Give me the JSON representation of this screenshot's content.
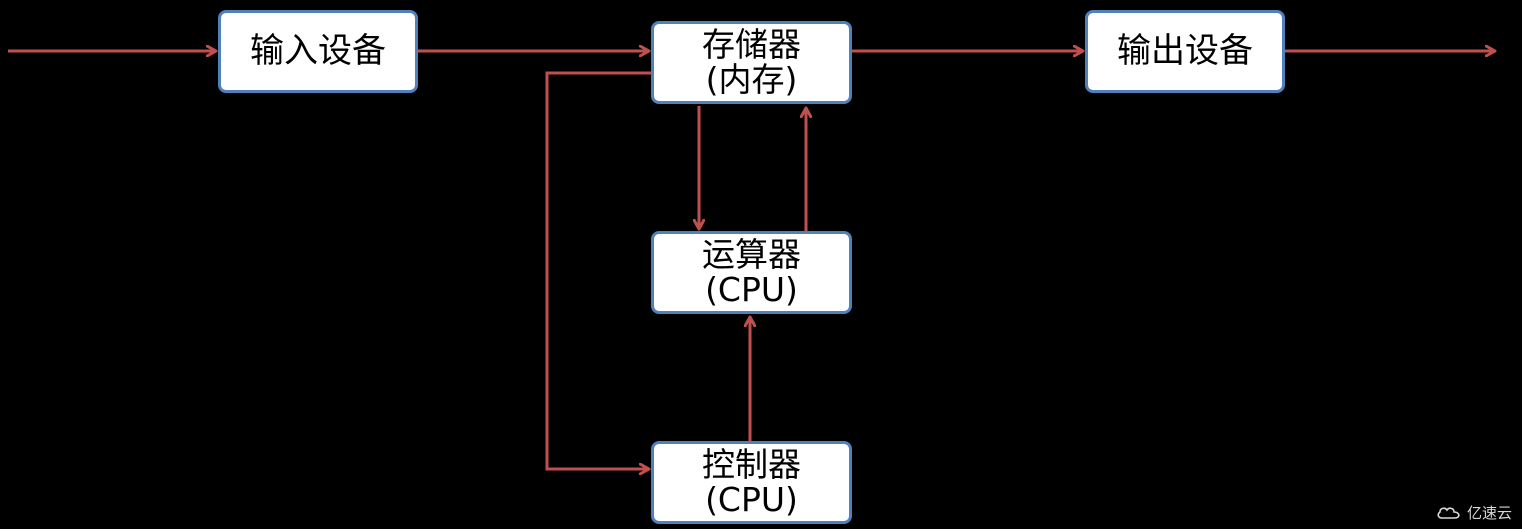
{
  "nodes": {
    "input_device": {
      "label": "输入设备"
    },
    "memory": {
      "label": "存储器",
      "sublabel": "(内存)"
    },
    "output_device": {
      "label": "输出设备"
    },
    "alu": {
      "label": "运算器",
      "sublabel": "(CPU)"
    },
    "control_unit": {
      "label": "控制器",
      "sublabel": "(CPU)"
    }
  },
  "edges": [
    {
      "from": "external",
      "to": "input_device"
    },
    {
      "from": "input_device",
      "to": "memory"
    },
    {
      "from": "memory",
      "to": "output_device"
    },
    {
      "from": "output_device",
      "to": "external"
    },
    {
      "from": "memory",
      "to": "alu"
    },
    {
      "from": "alu",
      "to": "memory"
    },
    {
      "from": "control_unit",
      "to": "alu"
    },
    {
      "from": "memory",
      "to": "control_unit"
    }
  ],
  "colors": {
    "background": "#000000",
    "box_fill": "#ffffff",
    "box_border": "#4f81bd",
    "arrow": "#c0504d",
    "text": "#000000"
  },
  "watermark": {
    "text": "亿速云",
    "icon": "cloud-logo-icon"
  }
}
